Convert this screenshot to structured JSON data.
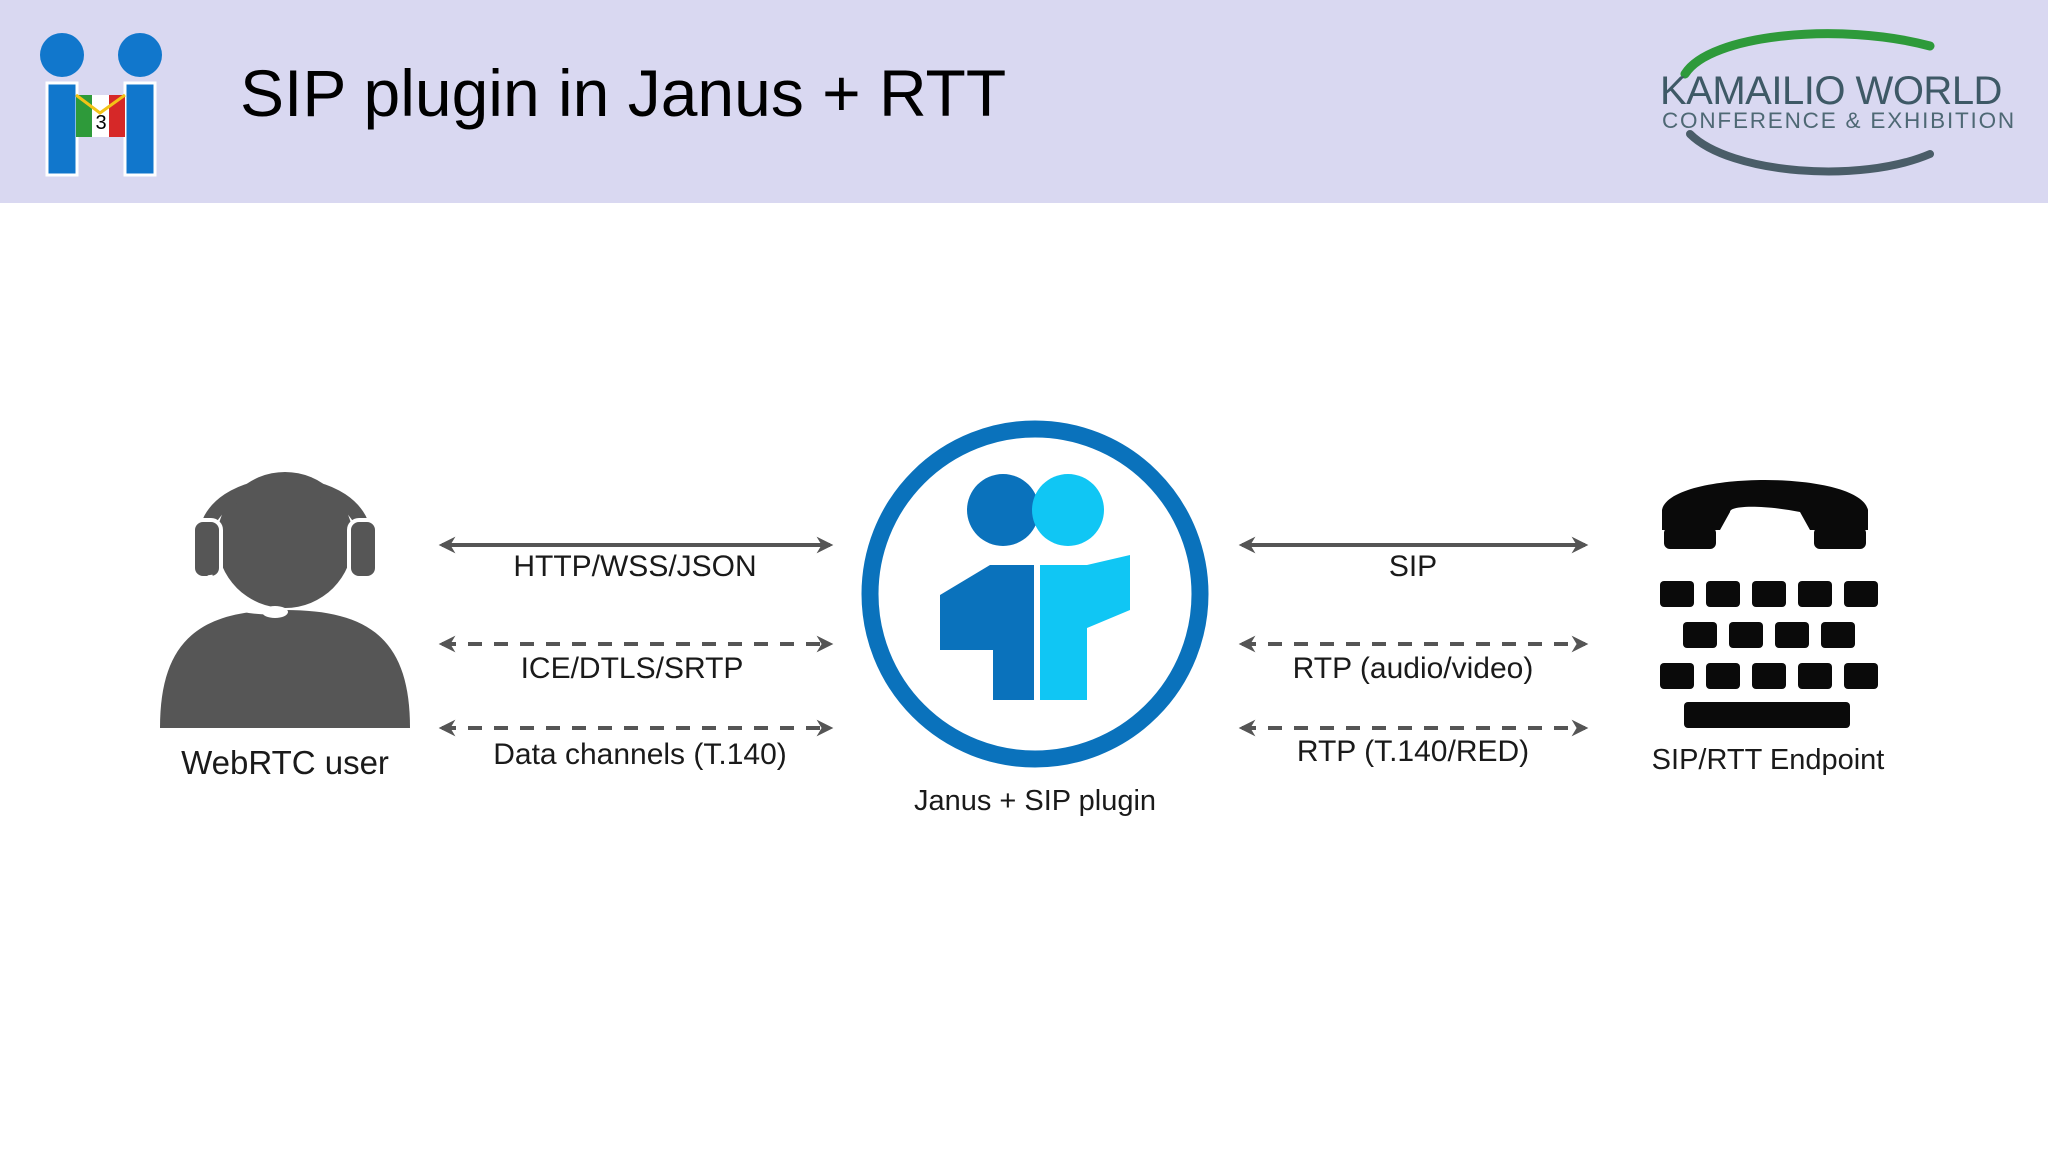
{
  "header": {
    "title": "SIP plugin in Janus + RTT",
    "left_logo_badge": "3",
    "right_logo_main": "KAMAILIO WORLD",
    "right_logo_sub": "CONFERENCE & EXHIBITION"
  },
  "nodes": {
    "webrtc_user": "WebRTC user",
    "janus": "Janus + SIP plugin",
    "endpoint": "SIP/RTT Endpoint"
  },
  "links_left": [
    {
      "label": "HTTP/WSS/JSON",
      "style": "solid"
    },
    {
      "label": "ICE/DTLS/SRTP",
      "style": "dashed"
    },
    {
      "label": "Data channels (T.140)",
      "style": "dashed"
    }
  ],
  "links_right": [
    {
      "label": "SIP",
      "style": "solid"
    },
    {
      "label": "RTP (audio/video)",
      "style": "dashed"
    },
    {
      "label": "RTP (T.140/RED)",
      "style": "dashed"
    }
  ],
  "colors": {
    "header_bg": "#d9d8f1",
    "janus_dark_blue": "#0a72bc",
    "janus_light_blue": "#10c6f4",
    "arrow_gray": "#555555",
    "icon_gray": "#565656"
  }
}
